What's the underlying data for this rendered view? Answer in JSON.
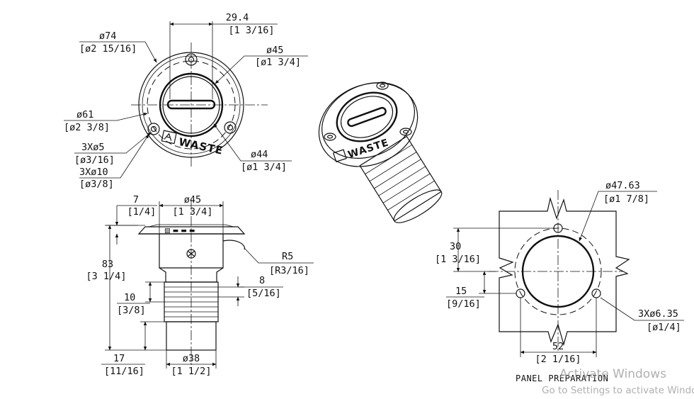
{
  "top_view": {
    "dims": {
      "d74": "ø74",
      "d74_in": "[ø2 15/16]",
      "hole_spacing": "29.4",
      "hole_spacing_in": "[1 3/16]",
      "d45": "ø45",
      "d45_in": "[ø1 3/4]",
      "d61": "ø61",
      "d61_in": "[ø2 3/8]",
      "holes5": "3Xø5",
      "holes5_in": "[ø3/16]",
      "holes10": "3Xø10",
      "holes10_in": "[ø3/8]",
      "d44": "ø44",
      "d44_in": "[ø1 3/4]"
    },
    "cap_label": "WASTE"
  },
  "iso_view": {
    "cap_label": "WASTE"
  },
  "side_view": {
    "dims": {
      "flange": "7",
      "flange_in": "[1/4]",
      "d45": "ø45",
      "d45_in": "[1 3/4]",
      "height": "83",
      "height_in": "[3 1/4]",
      "radius": "R5",
      "radius_in": "[R3/16]",
      "ring": "8",
      "ring_in": "[5/16]",
      "groove": "10",
      "groove_in": "[3/8]",
      "tail": "17",
      "tail_in": "[11/16]",
      "d38": "ø38",
      "d38_in": "[1 1/2]"
    }
  },
  "panel_view": {
    "dims": {
      "d4763": "ø47.63",
      "d4763_in": "[ø1 7/8]",
      "v30": "30",
      "v30_in": "[1 3/16]",
      "v15": "15",
      "v15_in": "[9/16]",
      "holes": "3Xø6.35",
      "holes_in": "[ø1/4]",
      "h52": "52",
      "h52_in": "[2 1/16]"
    },
    "title": "PANEL PREPARATION"
  },
  "watermark": {
    "title": "Activate Windows",
    "subtitle": "Go to Settings to activate Windows."
  }
}
